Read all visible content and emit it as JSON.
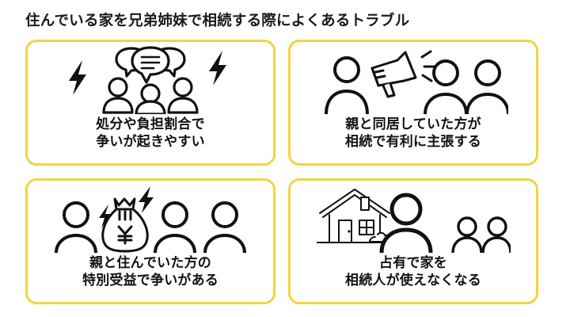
{
  "page": {
    "title": "住んでいる家を兄弟姉妹で相続する際によくあるトラブル",
    "background_color": "#ffffff",
    "text_color": "#111111",
    "card_border_color": "#f2d441"
  },
  "cards": [
    {
      "id": "card-disposal-burden-ratio",
      "icon_names": [
        "lightning-bolt-icon",
        "speech-bubbles-icon",
        "three-people-icon",
        "lightning-bolt-icon"
      ],
      "caption_line1": "処分や負担割合で",
      "caption_line2": "争いが起きやすい"
    },
    {
      "id": "card-cohabitant-advantage",
      "icon_names": [
        "person-icon",
        "megaphone-icon",
        "person-icon",
        "person-icon"
      ],
      "caption_line1": "親と同居していた方が",
      "caption_line2": "相続で有利に主張する"
    },
    {
      "id": "card-special-benefit-dispute",
      "icon_names": [
        "person-icon",
        "lightning-bolt-icon",
        "money-bag-yen-icon",
        "lightning-bolt-icon",
        "person-icon",
        "person-icon"
      ],
      "caption_line1": "親と住んでいた方の",
      "caption_line2": "特別受益で争いがある"
    },
    {
      "id": "card-occupancy-blocks-heirs",
      "icon_names": [
        "house-icon",
        "person-icon",
        "person-icon",
        "person-icon"
      ],
      "caption_line1": "占有で家を",
      "caption_line2": "相続人が使えなくなる"
    }
  ]
}
